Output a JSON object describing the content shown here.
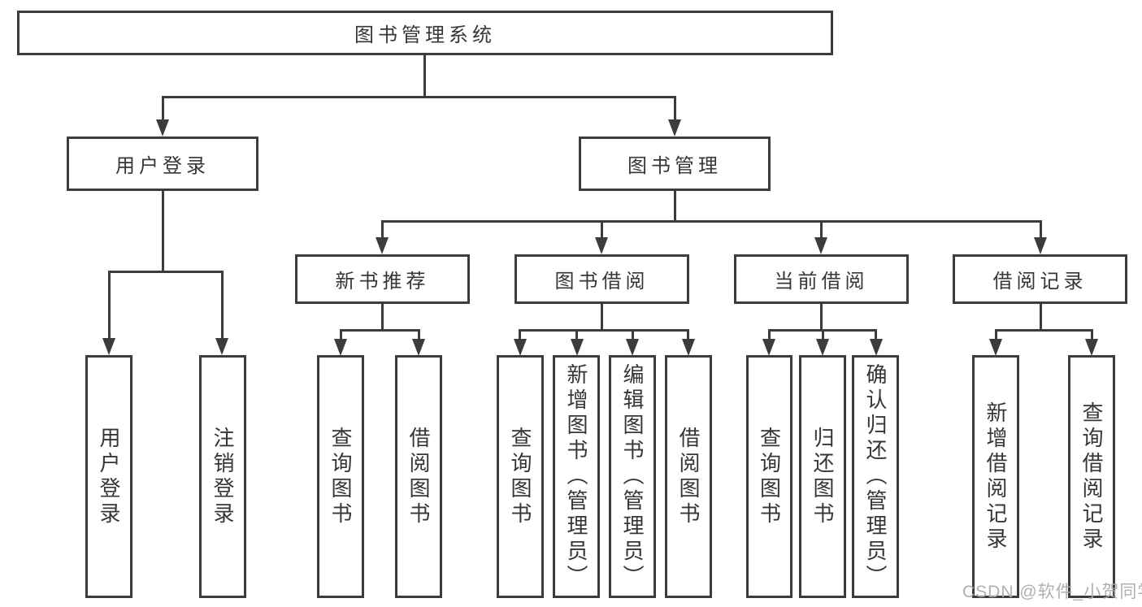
{
  "diagram": {
    "title": "图书管理系统",
    "tree": {
      "label": "图书管理系统",
      "children": [
        {
          "label": "用户登录",
          "children": [
            {
              "label": "用户登录"
            },
            {
              "label": "注销登录"
            }
          ]
        },
        {
          "label": "图书管理",
          "children": [
            {
              "label": "新书推荐",
              "children": [
                {
                  "label": "查询图书"
                },
                {
                  "label": "借阅图书"
                }
              ]
            },
            {
              "label": "图书借阅",
              "children": [
                {
                  "label": "查询图书"
                },
                {
                  "label": "新增图书（管理员）"
                },
                {
                  "label": "编辑图书（管理员）"
                },
                {
                  "label": "借阅图书"
                }
              ]
            },
            {
              "label": "当前借阅",
              "children": [
                {
                  "label": "查询图书"
                },
                {
                  "label": "归还图书"
                },
                {
                  "label": "确认归还（管理员）"
                }
              ]
            },
            {
              "label": "借阅记录",
              "children": [
                {
                  "label": "新增借阅记录"
                },
                {
                  "label": "查询借阅记录"
                }
              ]
            }
          ]
        }
      ]
    }
  },
  "watermark": {
    "text": "CSDN @软件_小贺同学"
  },
  "colors": {
    "line": "#3c3c3c",
    "text": "#363636",
    "watermark": "#acacac",
    "background": "#ffffff"
  }
}
